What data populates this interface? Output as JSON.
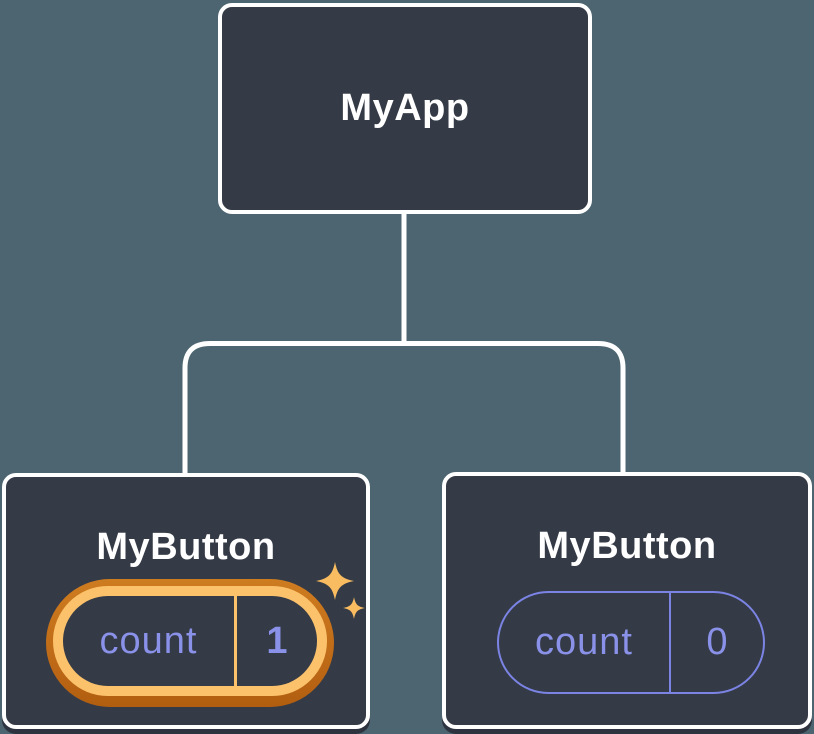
{
  "colors": {
    "background": "#4D6570",
    "node_fill": "#343A46",
    "node_border": "#FFFFFF",
    "connector": "#FFFFFF",
    "state_text": "#8A91E8",
    "state_border": "#7B84E4",
    "highlight_light": "#FBC26B",
    "highlight_dark": "#C06C18"
  },
  "tree": {
    "root": {
      "label": "MyApp"
    },
    "children": [
      {
        "label": "MyButton",
        "state": {
          "key": "count",
          "value": "1",
          "highlighted": true
        }
      },
      {
        "label": "MyButton",
        "state": {
          "key": "count",
          "value": "0",
          "highlighted": false
        }
      }
    ]
  },
  "icons": {
    "sparkle": "sparkle-icon"
  }
}
